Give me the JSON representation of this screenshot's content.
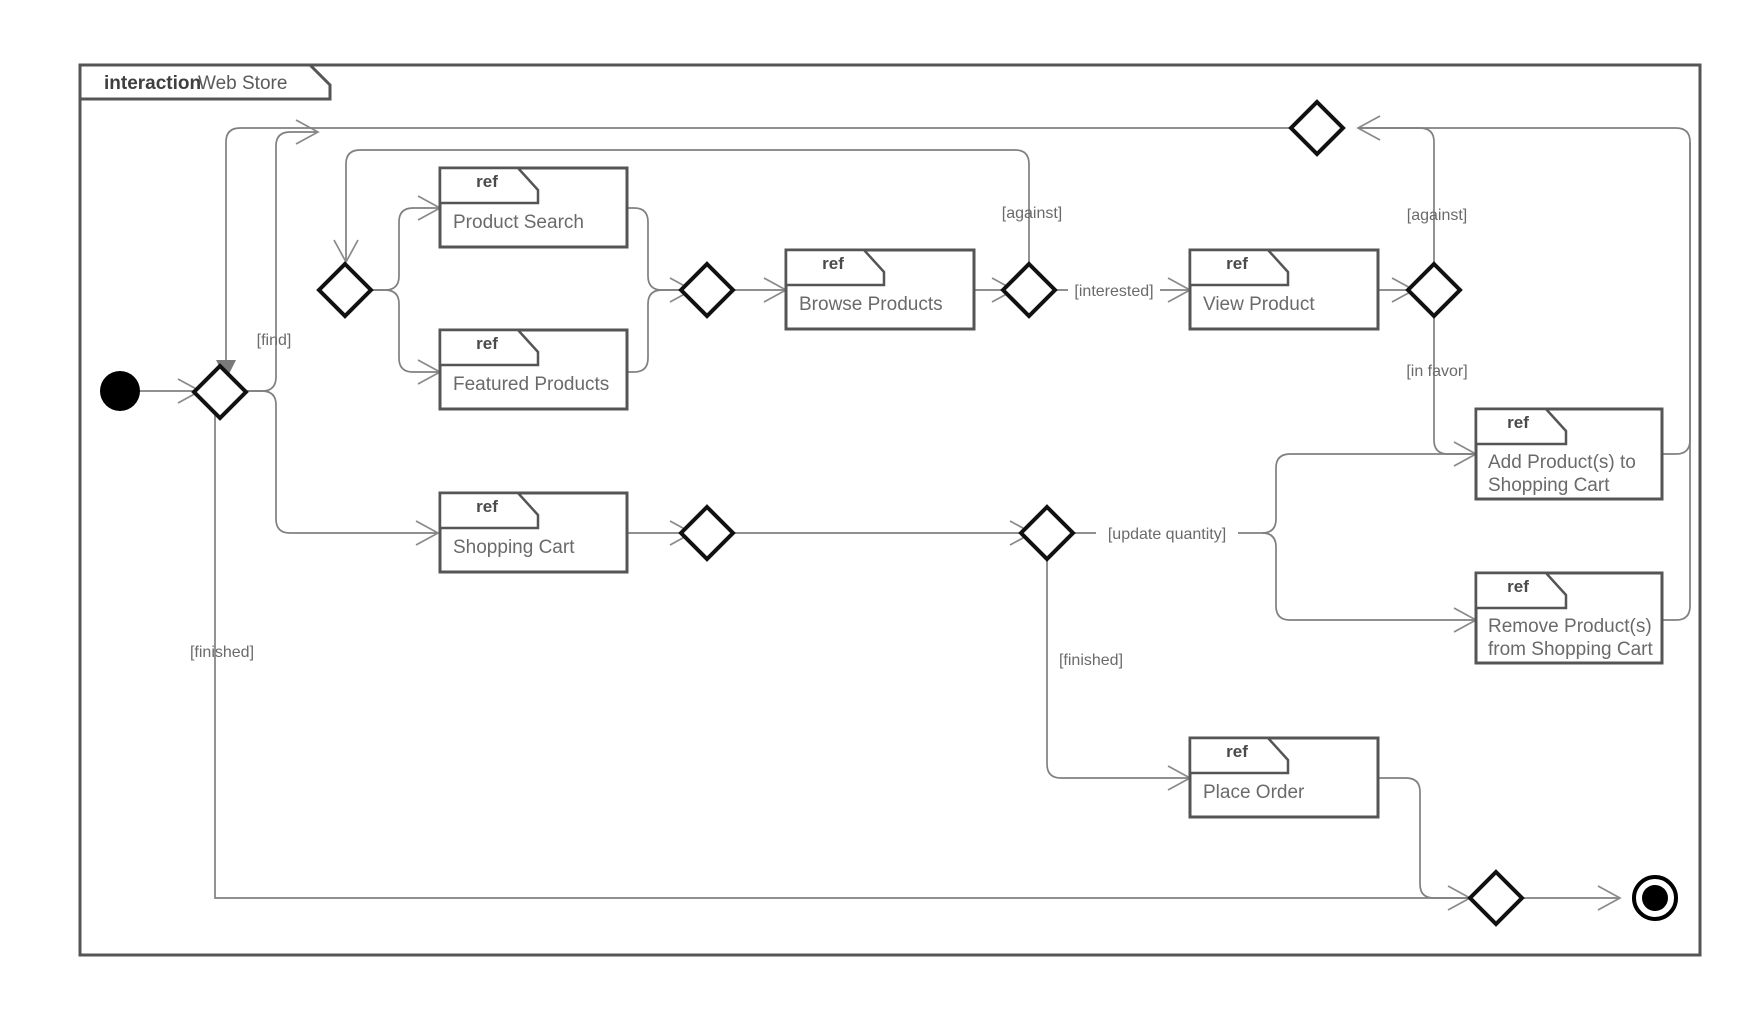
{
  "diagram": {
    "kind": "uml-interaction-overview-diagram",
    "frame": {
      "keyword": "interaction",
      "name": "Web Store"
    },
    "nodes": {
      "initial": {
        "name": "initial-node",
        "type": "initial"
      },
      "final": {
        "name": "final-node",
        "type": "activity-final"
      },
      "decisions": [
        {
          "id": "d1",
          "name": "decision-find-or-finished"
        },
        {
          "id": "d2",
          "name": "merge-search-loop"
        },
        {
          "id": "d3",
          "name": "merge-product-lists"
        },
        {
          "id": "d4",
          "name": "decision-interest"
        },
        {
          "id": "d5",
          "name": "decision-favor"
        },
        {
          "id": "d6",
          "name": "merge-cart-entry"
        },
        {
          "id": "d7",
          "name": "decision-cart-action"
        },
        {
          "id": "d8",
          "name": "merge-top-loop"
        },
        {
          "id": "d9",
          "name": "merge-final"
        }
      ]
    },
    "refs": [
      {
        "id": "product-search",
        "keyword": "ref",
        "lines": [
          "Product Search"
        ]
      },
      {
        "id": "featured-products",
        "keyword": "ref",
        "lines": [
          "Featured Products"
        ]
      },
      {
        "id": "browse-products",
        "keyword": "ref",
        "lines": [
          "Browse Products"
        ]
      },
      {
        "id": "view-product",
        "keyword": "ref",
        "lines": [
          "View Product"
        ]
      },
      {
        "id": "shopping-cart",
        "keyword": "ref",
        "lines": [
          "Shopping Cart"
        ]
      },
      {
        "id": "add-products",
        "keyword": "ref",
        "lines": [
          "Add Product(s) to",
          "Shopping Cart"
        ]
      },
      {
        "id": "remove-products",
        "keyword": "ref",
        "lines": [
          "Remove Product(s)",
          "from Shopping Cart"
        ]
      },
      {
        "id": "place-order",
        "keyword": "ref",
        "lines": [
          "Place Order"
        ]
      }
    ],
    "guards": [
      {
        "id": "g-find",
        "text": "[find]"
      },
      {
        "id": "g-finished-left",
        "text": "[finished]"
      },
      {
        "id": "g-against-mid",
        "text": "[against]"
      },
      {
        "id": "g-interested",
        "text": "[interested]"
      },
      {
        "id": "g-against-right",
        "text": "[against]"
      },
      {
        "id": "g-in-favor",
        "text": "[in favor]"
      },
      {
        "id": "g-update-qty",
        "text": "[update quantity]"
      },
      {
        "id": "g-finished-mid",
        "text": "[finished]"
      }
    ],
    "colors": {
      "frame_stroke": "#555555",
      "ref_stroke": "#555555",
      "ref_text": "#6a6a6a",
      "flow_stroke": "#808080",
      "decision_stroke": "#111111",
      "background": "#ffffff"
    }
  }
}
